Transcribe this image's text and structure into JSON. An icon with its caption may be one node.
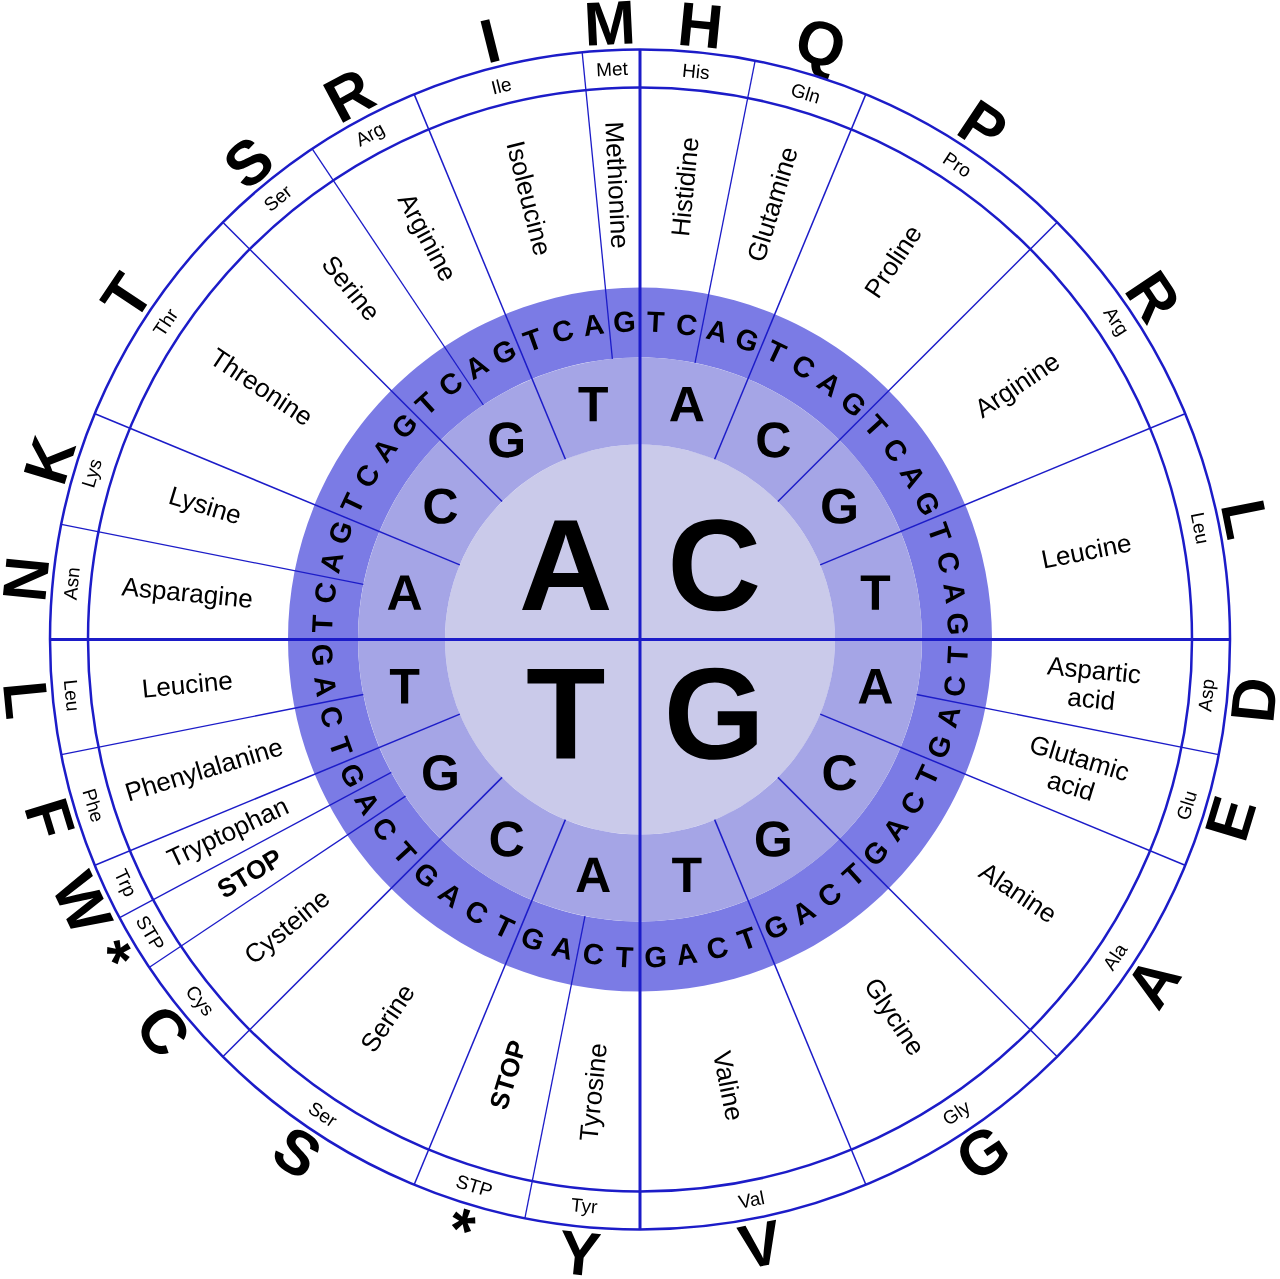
{
  "diagram": {
    "nodes": [
      {
        "text": [
          "C"
        ]
      },
      {
        "text": [
          "G"
        ]
      },
      {
        "text": [
          "T"
        ]
      },
      {
        "text": [
          "A"
        ]
      },
      {
        "text": [
          "A"
        ]
      },
      {
        "text": [
          "C"
        ]
      },
      {
        "text": [
          "G"
        ]
      },
      {
        "text": [
          "T"
        ]
      },
      {
        "text": [
          "A"
        ]
      },
      {
        "text": [
          "C"
        ]
      },
      {
        "text": [
          "G"
        ]
      },
      {
        "text": [
          "T"
        ]
      },
      {
        "text": [
          "A"
        ]
      },
      {
        "text": [
          "C"
        ]
      },
      {
        "text": [
          "G"
        ]
      },
      {
        "text": [
          "T"
        ]
      },
      {
        "text": [
          "A"
        ]
      },
      {
        "text": [
          "C"
        ]
      },
      {
        "text": [
          "G"
        ]
      },
      {
        "text": [
          "T"
        ]
      },
      {
        "text": [
          "Histidine",
          "His"
        ],
        "beside": [
          "H"
        ]
      },
      {
        "text": [
          "Glutamine",
          "Gln"
        ],
        "beside": [
          "Q"
        ]
      },
      {
        "text": [
          "Proline",
          "Pro"
        ],
        "beside": [
          "P"
        ]
      },
      {
        "text": [
          "Arginine",
          "Arg"
        ],
        "beside": [
          "R"
        ]
      },
      {
        "text": [
          "Leucine",
          "Leu"
        ],
        "beside": [
          "L"
        ]
      },
      {
        "text": [
          "Aspartic acid",
          "Asp"
        ],
        "beside": [
          "D"
        ]
      },
      {
        "text": [
          "Glutamic acid",
          "Glu"
        ],
        "beside": [
          "E"
        ]
      },
      {
        "text": [
          "Alanine",
          "Ala"
        ],
        "beside": [
          "A"
        ]
      },
      {
        "text": [
          "Glycine",
          "Gly"
        ],
        "beside": [
          "G"
        ]
      },
      {
        "text": [
          "Valine",
          "Val"
        ],
        "beside": [
          "V"
        ]
      },
      {
        "text": [
          "Tyrosine",
          "Tyr"
        ],
        "beside": [
          "Y"
        ]
      },
      {
        "text": [
          "STOP",
          "STP"
        ],
        "beside": [
          "*"
        ]
      },
      {
        "text": [
          "Serine",
          "Ser"
        ],
        "beside": [
          "S"
        ]
      },
      {
        "text": [
          "Cysteine",
          "Cys"
        ],
        "beside": [
          "C"
        ]
      },
      {
        "text": [
          "STOP",
          "STP"
        ],
        "beside": [
          "*"
        ]
      },
      {
        "text": [
          "Tryptophan",
          "Trp"
        ],
        "beside": [
          "W"
        ]
      },
      {
        "text": [
          "Phenylalanine",
          "Phe"
        ],
        "beside": [
          "F"
        ]
      },
      {
        "text": [
          "Leucine",
          "Leu"
        ],
        "beside": [
          "L"
        ]
      },
      {
        "text": [
          "Asparagine",
          "Asn"
        ],
        "beside": [
          "N"
        ]
      },
      {
        "text": [
          "Lysine",
          "Lys"
        ],
        "beside": [
          "K"
        ]
      },
      {
        "text": [
          "Threonine",
          "Thr"
        ],
        "beside": [
          "T"
        ]
      },
      {
        "text": [
          "Serine",
          "Ser"
        ],
        "beside": [
          "S"
        ]
      },
      {
        "text": [
          "Arginine",
          "Arg"
        ],
        "beside": [
          "R"
        ]
      },
      {
        "text": [
          "Isoleucine",
          "Ile"
        ],
        "beside": [
          "I"
        ]
      },
      {
        "text": [
          "Methionine",
          "Met"
        ],
        "beside": [
          "M"
        ]
      }
    ],
    "labels": [
      "T",
      "C",
      "A",
      "G",
      "T",
      "C",
      "A",
      "G",
      "T",
      "C",
      "A",
      "G",
      "T",
      "C",
      "A",
      "G",
      "T",
      "C",
      "A",
      "G",
      "T",
      "C",
      "A",
      "G",
      "T",
      "C",
      "A",
      "G",
      "T",
      "C",
      "A",
      "G",
      "T",
      "C",
      "A",
      "G",
      "T",
      "C",
      "A",
      "G",
      "T",
      "C",
      "A",
      "G",
      "T",
      "C",
      "A",
      "G",
      "T",
      "C",
      "A",
      "G",
      "T",
      "C",
      "A",
      "G",
      "T",
      "C",
      "A",
      "G",
      "T",
      "C",
      "A",
      "G"
    ]
  }
}
